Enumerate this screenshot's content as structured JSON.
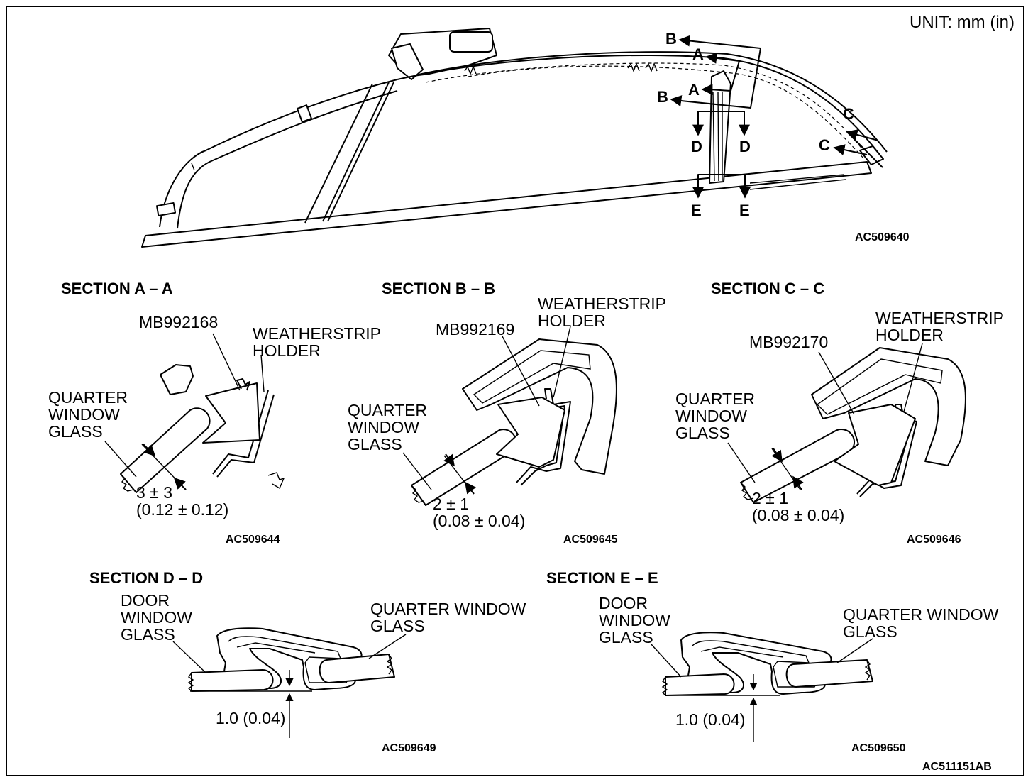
{
  "unit": "UNIT: mm (in)",
  "main_view": {
    "code": "AC509640",
    "markers": {
      "a": "A",
      "b": "B",
      "c": "C",
      "d": "D",
      "e": "E"
    }
  },
  "sections": {
    "aa": {
      "title": "SECTION A – A",
      "tool": "MB992168",
      "holder": "WEATHERSTRIP\nHOLDER",
      "glass": "QUARTER\nWINDOW\nGLASS",
      "dim": "3 ± 3\n(0.12 ± 0.12)",
      "code": "AC509644"
    },
    "bb": {
      "title": "SECTION B – B",
      "tool": "MB992169",
      "holder": "WEATHERSTRIP\nHOLDER",
      "glass": "QUARTER\nWINDOW\nGLASS",
      "dim": "2 ± 1\n(0.08 ± 0.04)",
      "code": "AC509645"
    },
    "cc": {
      "title": "SECTION C – C",
      "tool": "MB992170",
      "holder": "WEATHERSTRIP\nHOLDER",
      "glass": "QUARTER\nWINDOW\nGLASS",
      "dim": "2 ± 1\n(0.08 ± 0.04)",
      "code": "AC509646"
    },
    "dd": {
      "title": "SECTION D – D",
      "door": "DOOR\nWINDOW\nGLASS",
      "quarter": "QUARTER WINDOW\nGLASS",
      "dim": "1.0 (0.04)",
      "code": "AC509649"
    },
    "ee": {
      "title": "SECTION E – E",
      "door": "DOOR\nWINDOW\nGLASS",
      "quarter": "QUARTER WINDOW\nGLASS",
      "dim": "1.0 (0.04)",
      "code": "AC509650"
    }
  },
  "figure_code": "AC511151AB"
}
